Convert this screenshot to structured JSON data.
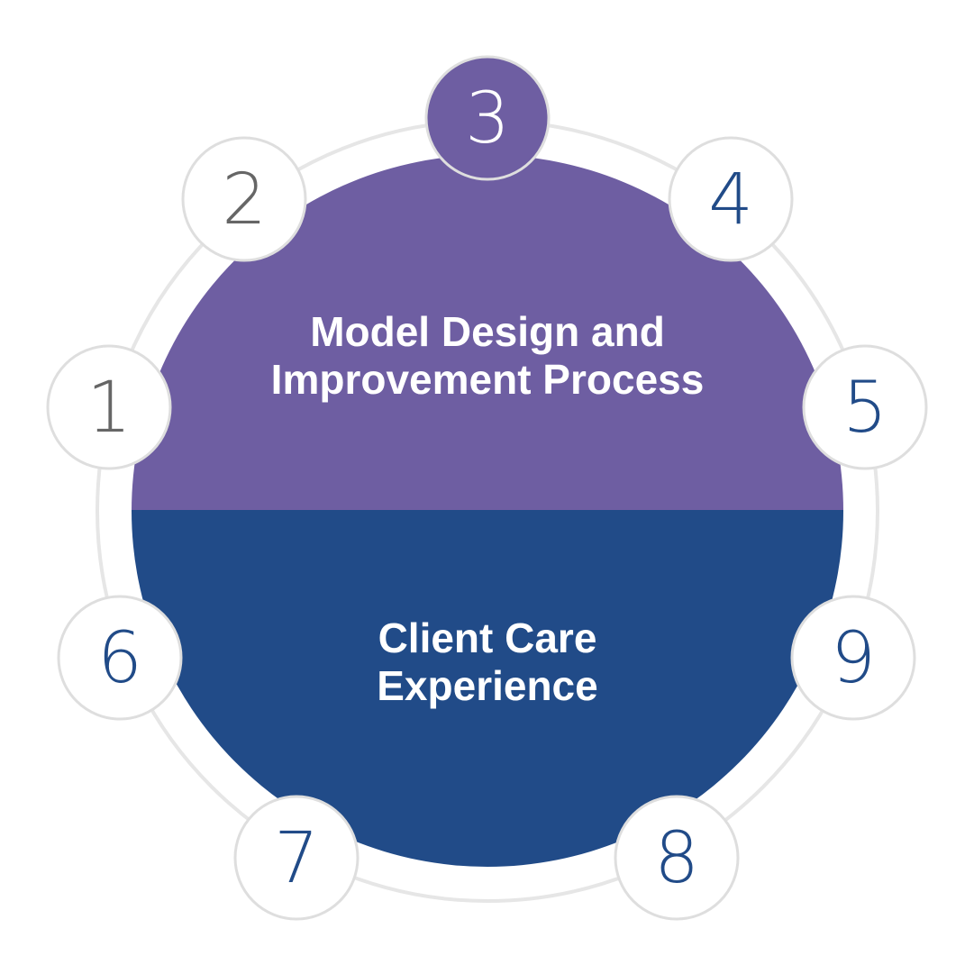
{
  "sections": [
    {
      "id": "top",
      "lines": [
        "Model Design and",
        "Improvement Process"
      ],
      "color": "#6E5EA2"
    },
    {
      "id": "bottom",
      "lines": [
        "Client Care",
        "Experience"
      ],
      "color": "#214B88"
    }
  ],
  "nodes": [
    {
      "label": "1",
      "style": "gray"
    },
    {
      "label": "2",
      "style": "gray"
    },
    {
      "label": "3",
      "style": "active"
    },
    {
      "label": "4",
      "style": "blue"
    },
    {
      "label": "5",
      "style": "blue"
    },
    {
      "label": "6",
      "style": "blue"
    },
    {
      "label": "7",
      "style": "blue"
    },
    {
      "label": "8",
      "style": "blue"
    },
    {
      "label": "9",
      "style": "blue"
    }
  ],
  "colors": {
    "ring": "#e6e6e6",
    "node_border": "#dedede",
    "node_fill": "#ffffff",
    "gray_text": "#666666",
    "blue_text": "#214B88",
    "active_fill": "#6E5EA2",
    "active_text": "#ffffff"
  }
}
